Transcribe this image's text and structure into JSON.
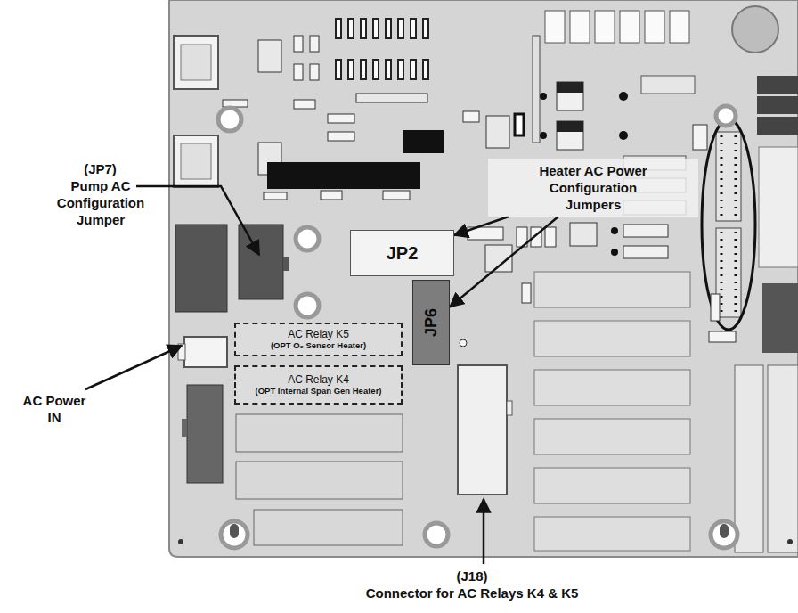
{
  "diagram": {
    "nodes": [
      {
        "text": [
          "Heater AC Power Configuration Jumpers"
        ]
      },
      {
        "text": [
          "JP2"
        ]
      },
      {
        "text": [
          "JP6"
        ]
      },
      {
        "text": [
          "AC Relay K5",
          "(OPT O₂ Sensor Heater)"
        ]
      },
      {
        "text": [
          "AC Relay K4",
          "(OPT Internal Span Gen Heater)"
        ]
      }
    ],
    "edges": [
      {
        "from": 0,
        "to": 1,
        "arrow": "to"
      },
      {
        "from": 0,
        "to": 2,
        "arrow": "to"
      }
    ],
    "labels": [
      "(JP7)",
      "Pump AC Configuration Jumper",
      "AC Power IN",
      "(J18)",
      "Connector for AC Relays K4 & K5"
    ]
  }
}
